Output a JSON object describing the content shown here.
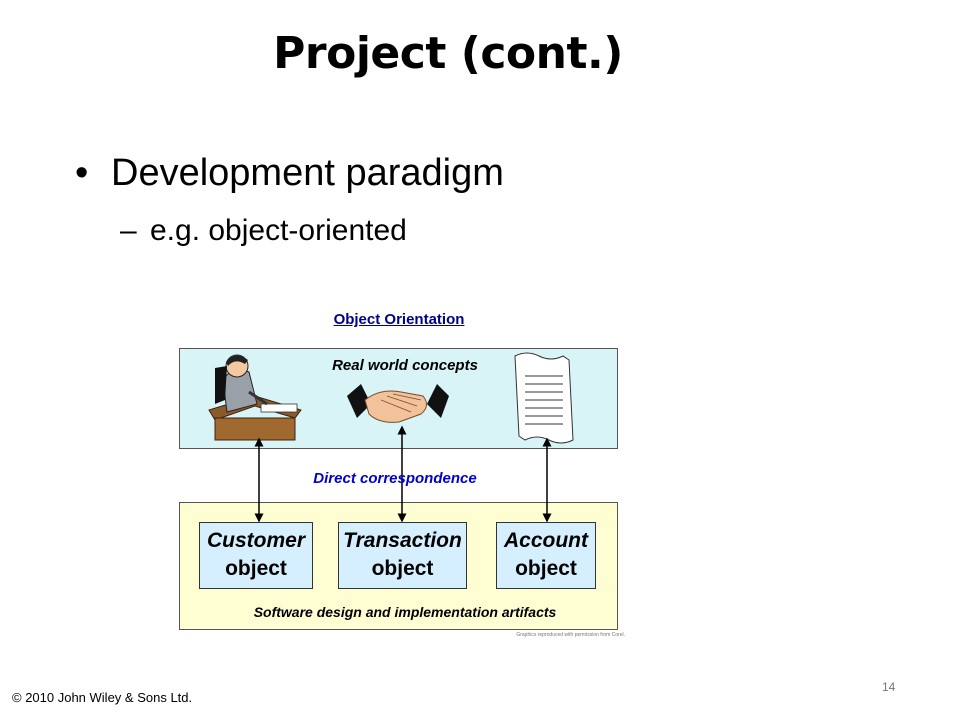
{
  "slide": {
    "title": "Project (cont.)",
    "bullet": "Development paradigm",
    "subbullet": "e.g. object-oriented"
  },
  "diagram": {
    "title": "Object Orientation",
    "real_world_label": "Real world concepts",
    "correspondence_label": "Direct correspondence",
    "objects": [
      {
        "line1": "Customer",
        "line2": "object"
      },
      {
        "line1": "Transaction",
        "line2": "object"
      },
      {
        "line1": "Account",
        "line2": "object"
      }
    ],
    "software_label": "Software design and implementation artifacts",
    "credit": "Graphics reproduced with permission from Corel."
  },
  "footer": {
    "copyright": "© 2010 John Wiley & Sons Ltd.",
    "page_number": "14"
  }
}
